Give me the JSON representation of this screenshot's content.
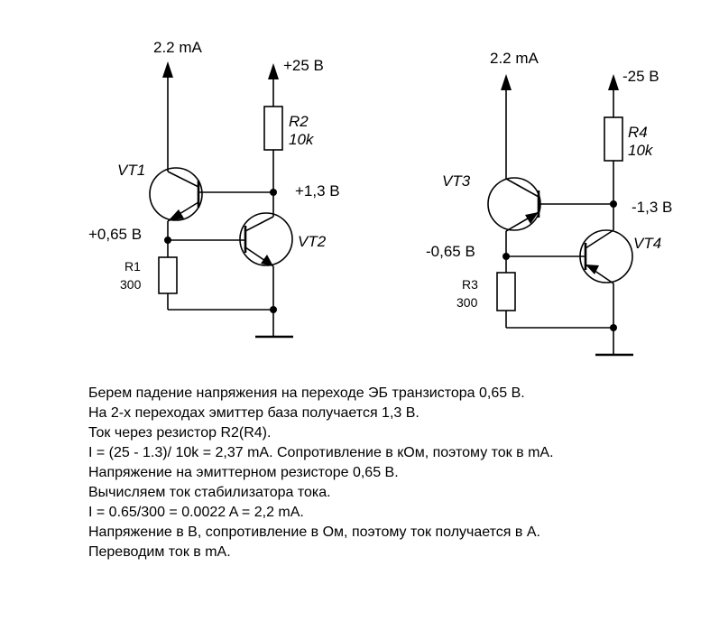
{
  "left_circuit": {
    "output_current": "2.2 mA",
    "supply": "+25 В",
    "resistor_top_name": "R2",
    "resistor_top_value": "10k",
    "node_voltage": "+1,3 В",
    "base_voltage": "+0,65 В",
    "transistor_upper": "VT1",
    "transistor_lower": "VT2",
    "resistor_emitter_name": "R1",
    "resistor_emitter_value": "300"
  },
  "right_circuit": {
    "output_current": "2.2 mA",
    "supply": "-25 В",
    "resistor_top_name": "R4",
    "resistor_top_value": "10k",
    "node_voltage": "-1,3 В",
    "base_voltage": "-0,65 В",
    "transistor_upper": "VT3",
    "transistor_lower": "VT4",
    "resistor_emitter_name": "R3",
    "resistor_emitter_value": "300"
  },
  "explanation": [
    "Берем падение напряжения на переходе ЭБ  транзистора 0,65 В.",
    "На 2-х переходах эмиттер база получается 1,3 В.",
    "Ток  через  резистор R2(R4).",
    "I = (25 - 1.3)/ 10k = 2,37 mA. Сопротивление в кОм, поэтому ток в mA.",
    "Напряжение на эмиттерном резисторе 0,65 В.",
    "Вычисляем ток стабилизатора тока.",
    "I = 0.65/300 = 0.0022 A = 2,2 mA.",
    "Напряжение в В, сопротивление в Ом, поэтому ток получается в А.",
    "Переводим ток в mA."
  ]
}
